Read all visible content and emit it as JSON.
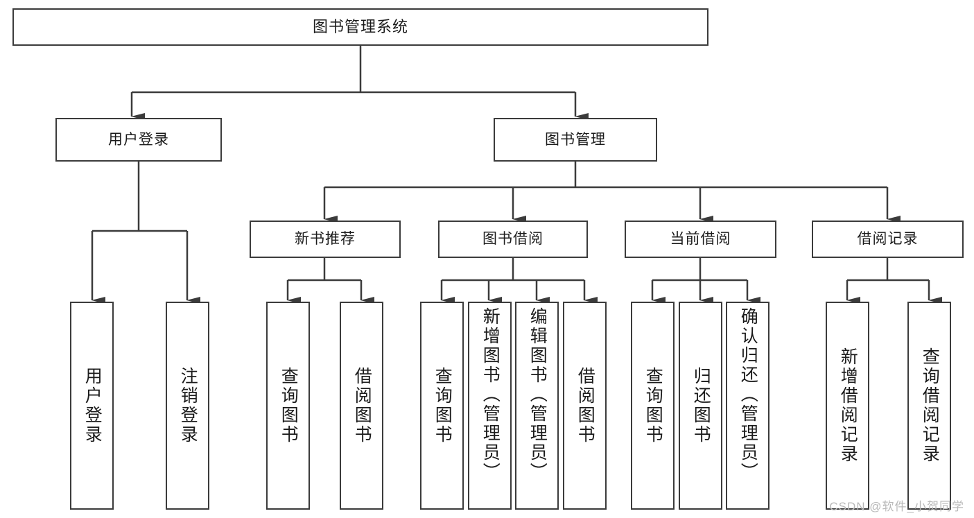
{
  "diagram": {
    "title": "图书管理系统",
    "watermark": "CSDN @软件_小贺同学",
    "stroke_color": "#3b3b3b",
    "fill_color": "#ffffff",
    "text_color": "#1b1b1b"
  },
  "nodes": {
    "root": {
      "label": "图书管理系统"
    },
    "level1": [
      {
        "label": "用户登录"
      },
      {
        "label": "图书管理"
      }
    ],
    "level2": [
      {
        "label": "新书推荐"
      },
      {
        "label": "图书借阅"
      },
      {
        "label": "当前借阅"
      },
      {
        "label": "借阅记录"
      }
    ],
    "leaves": {
      "user_login": [
        {
          "label": "用户登录"
        },
        {
          "label": "注销登录"
        }
      ],
      "new_book": [
        {
          "label": "查询图书"
        },
        {
          "label": "借阅图书"
        }
      ],
      "borrow_book": [
        {
          "label": "查询图书"
        },
        {
          "label": "新增图书（管理员）"
        },
        {
          "label": "编辑图书（管理员）"
        },
        {
          "label": "借阅图书"
        }
      ],
      "current_borrow": [
        {
          "label": "查询图书"
        },
        {
          "label": "归还图书"
        },
        {
          "label": "确认归还（管理员）"
        }
      ],
      "borrow_record": [
        {
          "label": "新增借阅记录"
        },
        {
          "label": "查询借阅记录"
        }
      ]
    }
  }
}
